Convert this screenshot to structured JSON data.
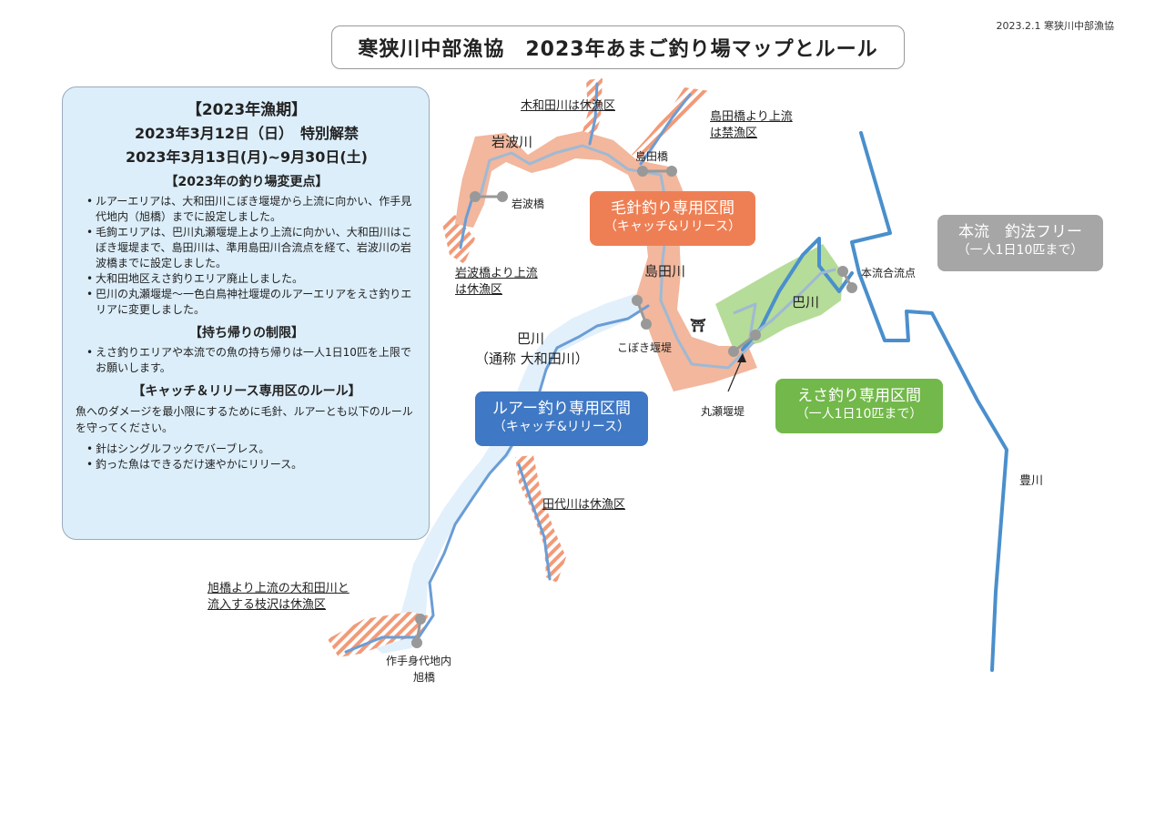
{
  "header": {
    "date": "2023.2.1 寒狭川中部漁協",
    "title": "寒狭川中部漁協　2023年あまご釣り場マップとルール"
  },
  "info": {
    "season_heading": "【2023年漁期】",
    "season_line1": "2023年3月12日（日）　特別解禁",
    "season_line2": "2023年3月13日(月)~9月30日(土)",
    "changes_heading": "【2023年の釣り場変更点】",
    "changes": [
      "ルアーエリアは、大和田川こぼき堰堤から上流に向かい、作手見代地内（旭橋）までに設定しました。",
      "毛鉤エリアは、巴川丸瀬堰堤上より上流に向かい、大和田川はこぼき堰堤まで、島田川は、準用島田川合流点を経て、岩波川の岩波橋までに設定しました。",
      "大和田地区えさ釣りエリア廃止しました。",
      "巴川の丸瀬堰堤～一色白鳥神社堰堤のルアーエリアをえさ釣りエリアに変更しました。"
    ],
    "limit_heading": "【持ち帰りの制限】",
    "limit_items": [
      "えさ釣りエリアや本流での魚の持ち帰りは一人1日10匹を上限でお願いします。"
    ],
    "cr_heading": "【キャッチ＆リリース専用区のルール】",
    "cr_intro": "魚へのダメージを最小限にするために毛針、ルアーとも以下のルールを守ってください。",
    "cr_items": [
      "針はシングルフックでバーブレス。",
      "釣った魚はできるだけ速やかにリリース。"
    ]
  },
  "map": {
    "labels": {
      "kiwada": "木和田川は休漁区",
      "shimadabashi_upstream_1": "島田橋より上流",
      "shimadabashi_upstream_2": "は禁漁区",
      "iwanamigawa": "岩波川",
      "shimadabashi": "島田橋",
      "iwanamibashi": "岩波橋",
      "iwanamibashi_upstream_1": "岩波橋より上流",
      "iwanamibashi_upstream_2": "は休漁区",
      "shimadagawa": "島田川",
      "honryu_goryu": "本流合流点",
      "tomoegawa_east": "巴川",
      "tomoegawa_west_1": "巴川",
      "tomoegawa_west_2": "（通称 大和田川）",
      "koboki": "こぼき堰堤",
      "maruse": "丸瀬堰堤",
      "tashiro": "田代川は休漁区",
      "toyokawa": "豊川",
      "asahibashi_upstream_1": "旭橋より上流の大和田川と",
      "asahibashi_upstream_2": "流入する枝沢は休漁区",
      "tsukude_1": "作手身代地内",
      "tsukude_2": "旭橋",
      "shrine": "⛩"
    },
    "zones": {
      "fly": {
        "line1": "毛針釣り専用区間",
        "line2": "（キャッチ&リリース）",
        "color": "#ee7f54"
      },
      "lure": {
        "line1": "ルアー釣り専用区間",
        "line2": "（キャッチ&リリース）",
        "color": "#3f78c4"
      },
      "bait": {
        "line1": "えさ釣り専用区間",
        "line2": "（一人1日10匹まで）",
        "color": "#72b84a"
      },
      "main": {
        "line1": "本流　釣法フリー",
        "line2": "（一人1日10匹まで）",
        "color": "#a6a6a6"
      }
    },
    "colors": {
      "river": "#4a8fcc",
      "fly_area": "#f2b79d",
      "lure_area": "#e2f0fb",
      "bait_area": "#b5dc98",
      "closed_hatch": "#f29a78"
    }
  }
}
